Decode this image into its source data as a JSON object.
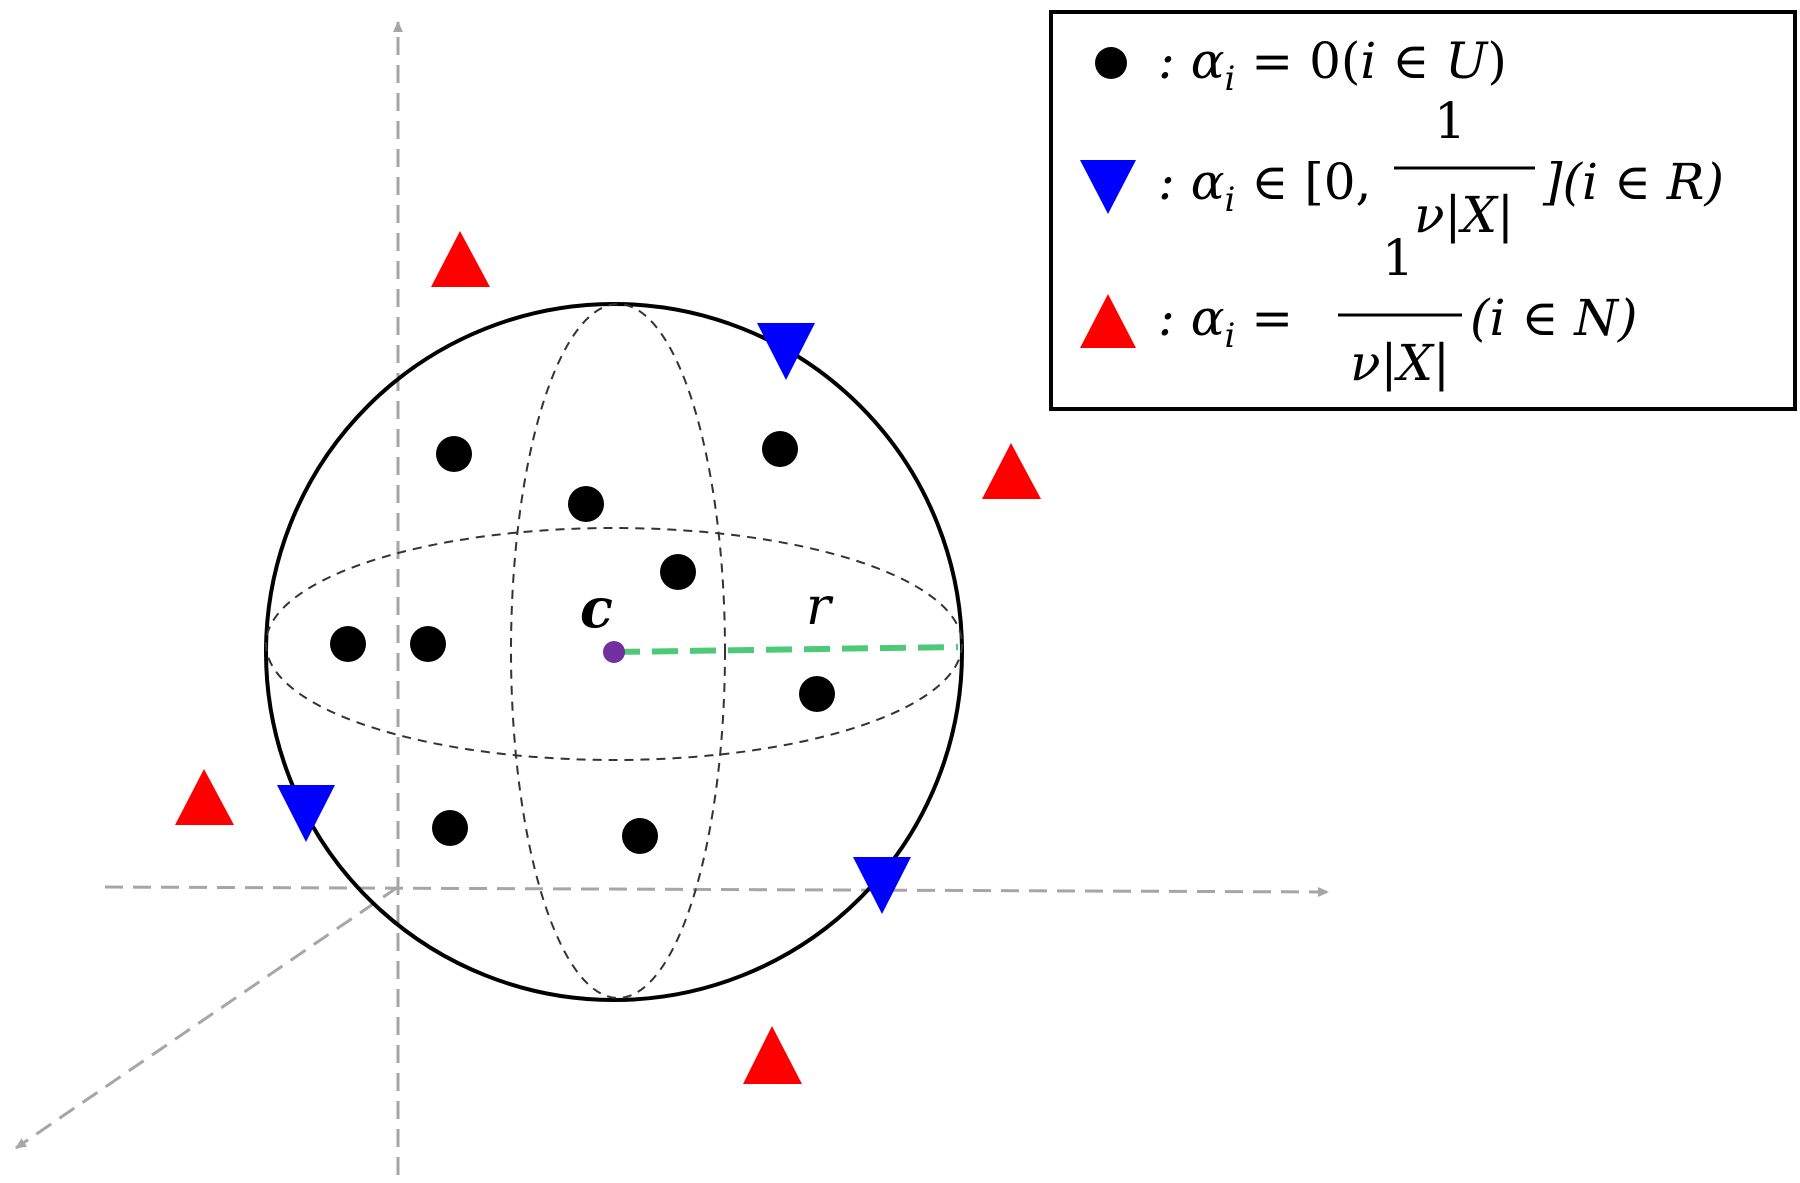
{
  "labels": {
    "center": "c",
    "radius": "r"
  },
  "legend": {
    "items": [
      {
        "marker": "circle",
        "color": "#000000",
        "lhs": ": α",
        "sub": "i",
        "rel": " = 0(",
        "set": "i ∈ U",
        "close": ")"
      },
      {
        "marker": "triangle-down",
        "color": "#0000ff",
        "lhs": ": α",
        "sub": "i",
        "rel": " ∈ [0,",
        "num": "1",
        "den": "ν|X|",
        "after": "](i ∈ R)"
      },
      {
        "marker": "triangle-up",
        "color": "#ff0000",
        "lhs": ": α",
        "sub": "i",
        "rel": " =",
        "num": "1",
        "den": "ν|X|",
        "after": "(i ∈ N)"
      }
    ]
  },
  "colors": {
    "axis": "#a6a6a6",
    "sphere": "#000000",
    "radius_line": "#4ec97a",
    "center_point": "#7030a0",
    "interior": "#000000",
    "boundary": "#0000ff",
    "outlier": "#ff0000"
  }
}
